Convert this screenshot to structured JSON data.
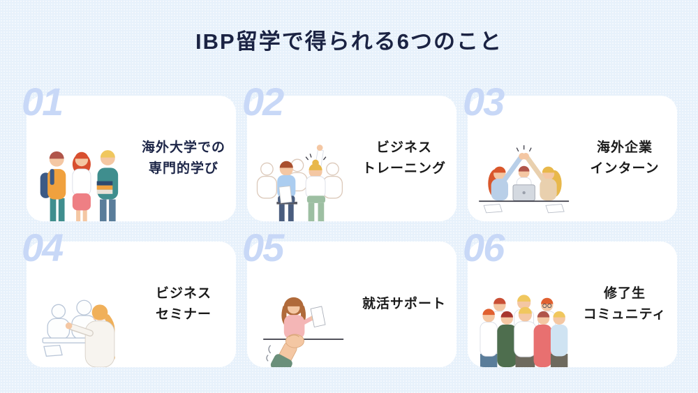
{
  "page": {
    "title": "IBP留学で得られる6つのこと",
    "title_color": "#1b2343",
    "background_color": "#e7f1fb",
    "card_background": "#ffffff",
    "number_color": "#c8d8f7"
  },
  "cards": [
    {
      "number": "01",
      "label": "海外大学での専門的学び",
      "label_lines": [
        "海外大学での",
        "専門的学び"
      ],
      "label_color": "#1c2547",
      "illustration": "three-students"
    },
    {
      "number": "02",
      "label": "ビジネストレーニング",
      "label_lines": [
        "ビジネス",
        "トレーニング"
      ],
      "label_color": "#1a1a1a",
      "illustration": "raise-hand-training"
    },
    {
      "number": "03",
      "label": "海外企業インターン",
      "label_lines": [
        "海外企業",
        "インターン"
      ],
      "label_color": "#1a1a1a",
      "illustration": "team-high-five"
    },
    {
      "number": "04",
      "label": "ビジネスセミナー",
      "label_lines": [
        "ビジネス",
        "セミナー"
      ],
      "label_color": "#1a1a1a",
      "illustration": "seminar-presentation"
    },
    {
      "number": "05",
      "label": "就活サポート",
      "label_lines": [
        "就活サポート"
      ],
      "label_color": "#1a1a1a",
      "illustration": "handshake-support"
    },
    {
      "number": "06",
      "label": "修了生コミュニティ",
      "label_lines": [
        "修了生",
        "コミュニティ"
      ],
      "label_color": "#1a1a1a",
      "illustration": "alumni-group"
    }
  ]
}
